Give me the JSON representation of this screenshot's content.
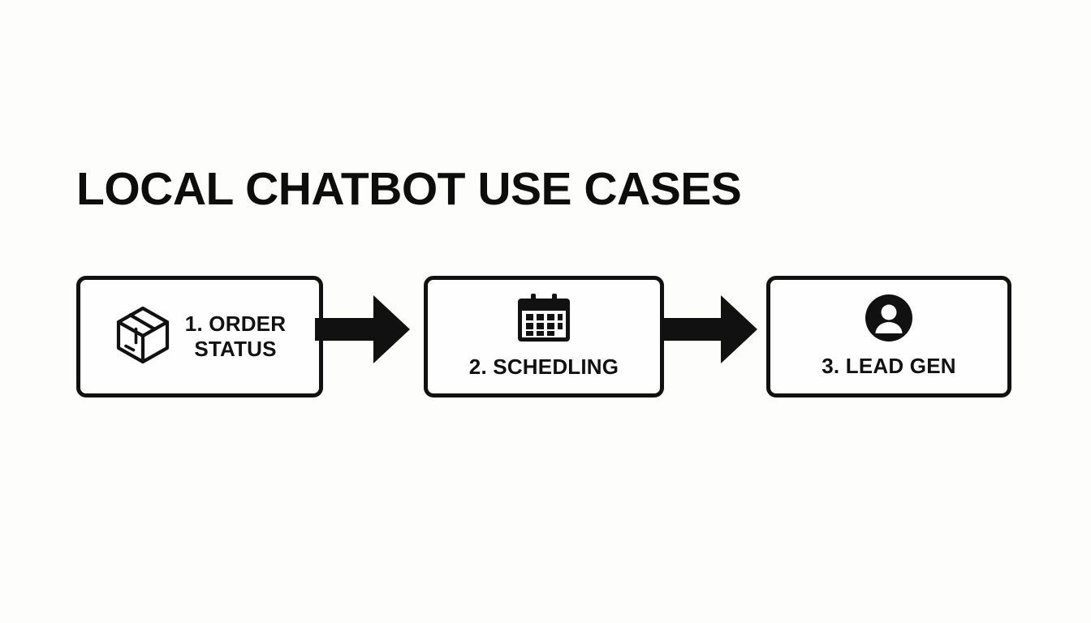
{
  "slide": {
    "title": "LOCAL CHATBOT USE CASES",
    "background_color": "#fdfdfc",
    "ink_color": "#111111"
  },
  "flow": {
    "steps": [
      {
        "index": "1",
        "label": "1. ORDER\nSTATUS",
        "icon": "package-box-icon",
        "layout": "icon-left"
      },
      {
        "index": "2",
        "label": "2. SCHEDLING",
        "icon": "calendar-icon",
        "layout": "icon-top"
      },
      {
        "index": "3",
        "label": "3. LEAD GEN",
        "icon": "person-account-icon",
        "layout": "icon-top"
      }
    ],
    "connectors": [
      {
        "name": "arrow-right-1",
        "direction": "right"
      },
      {
        "name": "arrow-right-2",
        "direction": "right"
      }
    ]
  }
}
